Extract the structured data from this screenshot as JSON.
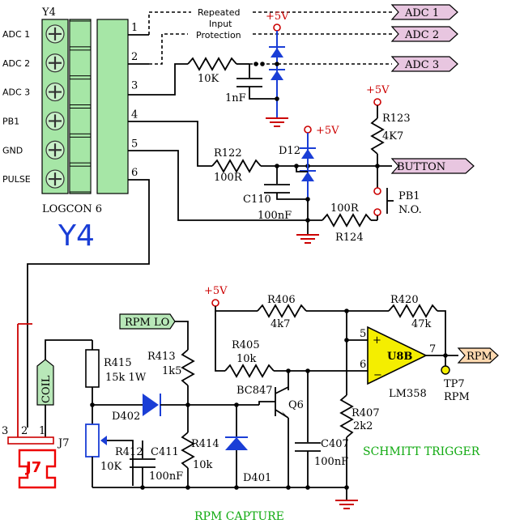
{
  "connector": {
    "ref": "Y4",
    "pins": [
      "ADC 1",
      "ADC 2",
      "ADC 3",
      "PB1",
      "GND",
      "PULSE"
    ],
    "pin_numbers": [
      "1",
      "2",
      "3",
      "4",
      "5",
      "6"
    ],
    "name": "LOGCON 6",
    "big_label": "Y4"
  },
  "ports": {
    "adc1": "ADC 1",
    "adc2": "ADC 2",
    "adc3": "ADC 3",
    "button": "BUTTON",
    "rpm": "RPM",
    "rpm_lo": "RPM LO",
    "coil": "COIL"
  },
  "notes": {
    "repeated_line1": "Repeated",
    "repeated_line2": "Input",
    "repeated_line3": "Protection"
  },
  "supply": {
    "plus5v": "+5V"
  },
  "components": {
    "r_10k": "10K",
    "c_1nf": "1nF",
    "r123": "R123",
    "r123_value": "4K7",
    "d12": "D12",
    "r122": "R122",
    "r122_value": "100R",
    "c110": "C110",
    "c110_value": "100nF",
    "pb1": "PB1",
    "pb1_type": "N.O.",
    "r124": "R124",
    "r124_value": "100R",
    "r406": "R406",
    "r406_value": "4k7",
    "r420": "R420",
    "r420_value": "47k",
    "r405": "R405",
    "r405_value": "10k",
    "u8b": "U8B",
    "u8b_part": "LM358",
    "pin5": "5",
    "pin6": "6",
    "pin7": "7",
    "tp7": "TP7",
    "tp7_label": "RPM",
    "r415": "R415",
    "r415_value": "15k 1W",
    "r413": "R413",
    "r413_value": "1k5",
    "d402": "D402",
    "bc847": "BC847",
    "q6": "Q6",
    "r407": "R407",
    "r407_value": "2k2",
    "r412": "R412",
    "r412_value": "10K",
    "c411": "C411",
    "c411_value": "100nF",
    "r414": "R414",
    "r414_value": "10k",
    "c407": "C407",
    "c407_value": "100nF",
    "d401": "D401",
    "j7": "J7",
    "j7_pins": [
      "3",
      "2",
      "1"
    ]
  },
  "sections": {
    "schmitt": "SCHMITT TRIGGER",
    "rpm_capture": "RPM CAPTURE"
  },
  "colors": {
    "wire": "#000000",
    "diode": "#1a3ed6",
    "supply": "#cc0000",
    "connector_fill": "#a6e6a6",
    "port_fill": "#e8c6e0",
    "opamp_fill": "#f4ee00",
    "label_fill": "#b8e8b8",
    "section_text": "#11aa11",
    "big_label": "#1a3ed6",
    "j7_red": "#ee0000",
    "rpm_port_fill": "#ffd9b0"
  }
}
